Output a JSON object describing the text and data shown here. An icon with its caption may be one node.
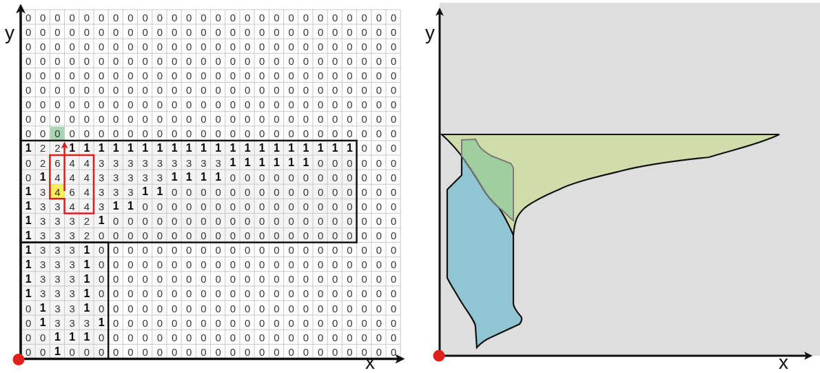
{
  "diagram": {
    "labels": [
      "y",
      "0",
      "0",
      "0",
      "0",
      "0",
      "0",
      "0",
      "0",
      "0",
      "0",
      "0",
      "0",
      "0",
      "0",
      "0",
      "0",
      "0",
      "0",
      "0",
      "0",
      "0",
      "0",
      "0",
      "0",
      "0",
      "0",
      "0",
      "0",
      "0",
      "0",
      "0",
      "0",
      "0",
      "0",
      "0",
      "0",
      "0",
      "0",
      "0",
      "0",
      "0",
      "0",
      "0",
      "0",
      "0",
      "0",
      "0",
      "0",
      "0",
      "0",
      "0",
      "0",
      "0",
      "0",
      "0",
      "0",
      "0",
      "0",
      "0",
      "0",
      "0",
      "0",
      "0",
      "0",
      "0",
      "0",
      "0",
      "0",
      "0",
      "0",
      "0",
      "0",
      "0",
      "0",
      "0",
      "0",
      "0",
      "0",
      "0",
      "0",
      "0",
      "0",
      "0",
      "0",
      "0",
      "0",
      "0",
      "0",
      "0",
      "0",
      "0",
      "0",
      "0",
      "0",
      "0",
      "0",
      "0",
      "0",
      "0",
      "0",
      "0",
      "0",
      "0",
      "0",
      "0",
      "0",
      "0",
      "0",
      "0",
      "0",
      "0",
      "0",
      "0",
      "0",
      "0",
      "0",
      "0",
      "0",
      "0",
      "0",
      "0",
      "0",
      "0",
      "0",
      "0",
      "0",
      "0",
      "0",
      "0",
      "0",
      "0",
      "0",
      "0",
      "0",
      "0",
      "0",
      "0",
      "0",
      "0",
      "0",
      "0",
      "0",
      "0",
      "0",
      "0",
      "0",
      "0",
      "0",
      "0",
      "0",
      "0",
      "0",
      "0",
      "0",
      "0",
      "0",
      "0",
      "0",
      "0",
      "0",
      "0",
      "0",
      "0",
      "0",
      "0",
      "0",
      "0",
      "0",
      "0",
      "0",
      "0",
      "0",
      "0",
      "0",
      "0",
      "0",
      "0",
      "0",
      "0",
      "0",
      "0",
      "0",
      "0",
      "0",
      "0",
      "0",
      "0",
      "0",
      "0",
      "0",
      "0",
      "0",
      "0",
      "0",
      "0",
      "0",
      "0",
      "0",
      "0",
      "0",
      "0",
      "0",
      "0",
      "0",
      "0",
      "0",
      "0",
      "0",
      "0",
      "0",
      "0",
      "0",
      "0",
      "0",
      "0",
      "0",
      "0",
      "0",
      "0",
      "0",
      "0",
      "0",
      "0",
      "0",
      "0",
      "0",
      "0",
      "0",
      "0",
      "0",
      "0",
      "0",
      "0",
      "0",
      "1",
      "2",
      "2",
      "1",
      "1",
      "1",
      "1",
      "1",
      "1",
      "1",
      "1",
      "1",
      "1",
      "1",
      "1",
      "1",
      "1",
      "1",
      "1",
      "1",
      "1",
      "1",
      "1",
      "0",
      "0",
      "0",
      "0",
      "2",
      "6",
      "4",
      "4",
      "3",
      "3",
      "3",
      "3",
      "3",
      "3",
      "3",
      "3",
      "3",
      "1",
      "1",
      "1",
      "1",
      "1",
      "1",
      "0",
      "0",
      "0",
      "0",
      "0",
      "0",
      "0",
      "1",
      "4",
      "4",
      "4",
      "3",
      "3",
      "3",
      "3",
      "3",
      "1",
      "1",
      "1",
      "1",
      "0",
      "0",
      "0",
      "0",
      "0",
      "0",
      "0",
      "0",
      "0",
      "0",
      "0",
      "0",
      "1",
      "3",
      "4",
      "6",
      "4",
      "3",
      "3",
      "3",
      "1",
      "1",
      "0",
      "0",
      "0",
      "0",
      "0",
      "0",
      "0",
      "0",
      "0",
      "0",
      "0",
      "0",
      "0",
      "0",
      "0",
      "0",
      "1",
      "3",
      "3",
      "4",
      "4",
      "3",
      "1",
      "1",
      "0",
      "0",
      "0",
      "0",
      "0",
      "0",
      "0",
      "0",
      "0",
      "0",
      "0",
      "0",
      "0",
      "0",
      "0",
      "0",
      "0",
      "0",
      "1",
      "3",
      "3",
      "3",
      "2",
      "1",
      "0",
      "0",
      "0",
      "0",
      "0",
      "0",
      "0",
      "0",
      "0",
      "0",
      "0",
      "0",
      "0",
      "0",
      "0",
      "0",
      "0",
      "0",
      "0",
      "0",
      "1",
      "3",
      "3",
      "3",
      "2",
      "0",
      "0",
      "0",
      "0",
      "0",
      "0",
      "0",
      "0",
      "0",
      "0",
      "0",
      "0",
      "0",
      "0",
      "0",
      "0",
      "0",
      "0",
      "0",
      "0",
      "0",
      "1",
      "3",
      "3",
      "3",
      "1",
      "0",
      "0",
      "0",
      "0",
      "0",
      "0",
      "0",
      "0",
      "0",
      "0",
      "0",
      "0",
      "0",
      "0",
      "0",
      "0",
      "0",
      "0",
      "0",
      "0",
      "0",
      "1",
      "3",
      "3",
      "3",
      "1",
      "0",
      "0",
      "0",
      "0",
      "0",
      "0",
      "0",
      "0",
      "0",
      "0",
      "0",
      "0",
      "0",
      "0",
      "0",
      "0",
      "0",
      "0",
      "0",
      "0",
      "0",
      "1",
      "3",
      "3",
      "3",
      "1",
      "0",
      "0",
      "0",
      "0",
      "0",
      "0",
      "0",
      "0",
      "0",
      "0",
      "0",
      "0",
      "0",
      "0",
      "0",
      "0",
      "0",
      "0",
      "0",
      "0",
      "0",
      "1",
      "3",
      "3",
      "3",
      "1",
      "0",
      "0",
      "0",
      "0",
      "0",
      "0",
      "0",
      "0",
      "0",
      "0",
      "0",
      "0",
      "0",
      "0",
      "0",
      "0",
      "0",
      "0",
      "0",
      "0",
      "0",
      "0",
      "1",
      "3",
      "3",
      "1",
      "0",
      "0",
      "0",
      "0",
      "0",
      "0",
      "0",
      "0",
      "0",
      "0",
      "0",
      "0",
      "0",
      "0",
      "0",
      "0",
      "0",
      "0",
      "0",
      "0",
      "0",
      "0",
      "1",
      "3",
      "3",
      "3",
      "1",
      "0",
      "0",
      "0",
      "0",
      "0",
      "0",
      "0",
      "0",
      "0",
      "0",
      "0",
      "0",
      "0",
      "0",
      "0",
      "0",
      "0",
      "0",
      "0",
      "0",
      "0",
      "0",
      "1",
      "1",
      "1",
      "0",
      "0",
      "0",
      "0",
      "0",
      "0",
      "0",
      "0",
      "0",
      "0",
      "0",
      "0",
      "0",
      "0",
      "0",
      "0",
      "0",
      "0",
      "0",
      "0",
      "0",
      "0",
      "0",
      "1",
      "0",
      "0",
      "0",
      "0",
      "0",
      "0",
      "0",
      "0",
      "0",
      "0",
      "0",
      "0",
      "0",
      "0",
      "0",
      "0",
      "0",
      "0",
      "0",
      "0",
      "0",
      "0",
      "0",
      "x",
      "y",
      "x"
    ]
  }
}
